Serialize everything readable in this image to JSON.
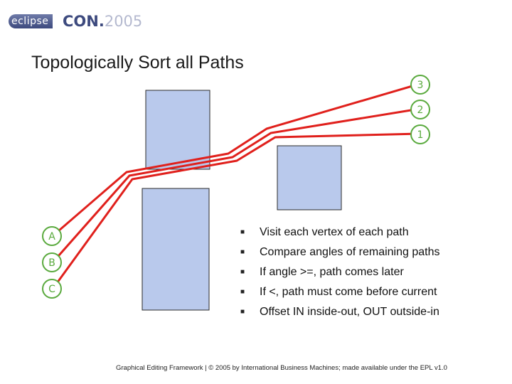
{
  "logo": {
    "eclipse": "eclipse",
    "con": "CON.",
    "year": "2005"
  },
  "slide": {
    "title": "Topologically Sort all Paths"
  },
  "diagram": {
    "nodes_right": [
      "3",
      "2",
      "1"
    ],
    "nodes_left": [
      "A",
      "B",
      "C"
    ],
    "colors": {
      "path": "#e0201c",
      "node": "#5aaa3e",
      "box_fill": "#b9c9ec",
      "box_border": "#2a2a2a"
    }
  },
  "bullets": [
    "Visit each vertex of each path",
    "Compare angles of remaining paths",
    "If angle >=, path comes later",
    "If <, path must come before current",
    "Offset IN inside-out, OUT outside-in"
  ],
  "footer": "Graphical Editing Framework | © 2005 by International Business Machines; made available under the EPL v1.0"
}
